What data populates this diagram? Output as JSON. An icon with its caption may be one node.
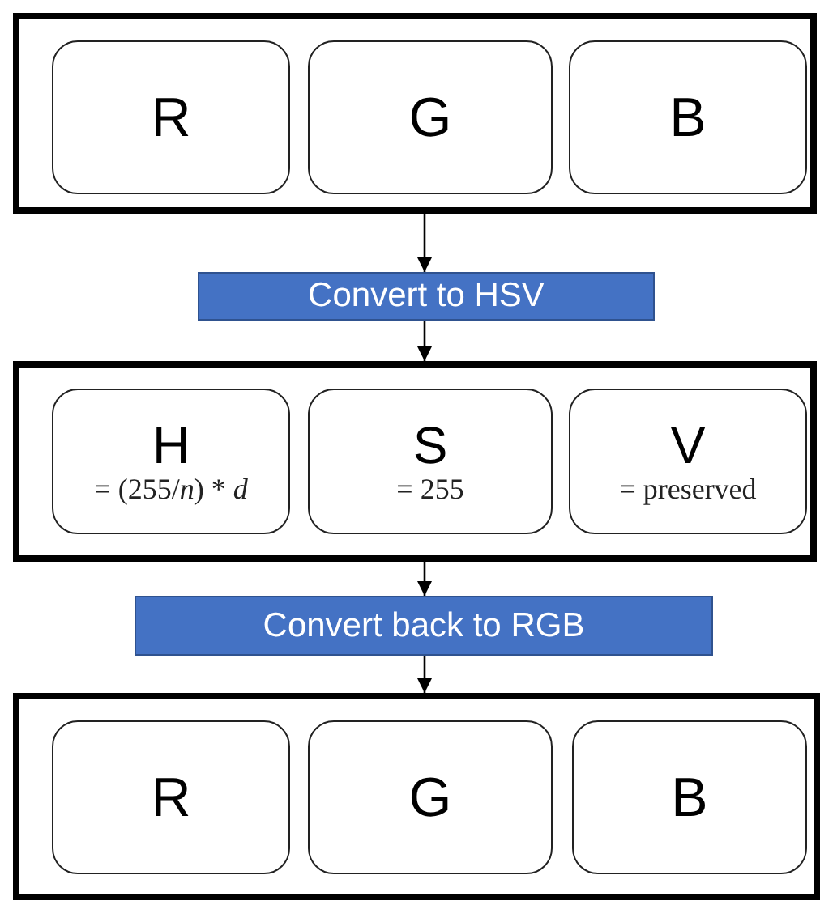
{
  "diagram": {
    "nodes": [
      {
        "text": [],
        "shape": "box"
      },
      {
        "text": [
          "R"
        ],
        "in": 0
      },
      {
        "text": [
          "G"
        ],
        "in": 0
      },
      {
        "text": [
          "B"
        ],
        "in": 0
      },
      {
        "text": [
          "Convert to HSV"
        ]
      },
      {
        "text": [],
        "shape": "box"
      },
      {
        "text": [
          "H",
          "= (255/*n*) * *d*"
        ],
        "in": 5
      },
      {
        "text": [
          "S",
          "= 255"
        ],
        "in": 5
      },
      {
        "text": [
          "V",
          "= preserved"
        ],
        "in": 5
      },
      {
        "text": [
          "Convert back to RGB"
        ]
      },
      {
        "text": [],
        "shape": "box"
      },
      {
        "text": [
          "R"
        ],
        "in": 10
      },
      {
        "text": [
          "G"
        ],
        "in": 10
      },
      {
        "text": [
          "B"
        ],
        "in": 10
      }
    ],
    "edges": [
      {
        "from": 0,
        "to": 4,
        "arrow": "to"
      },
      {
        "from": 4,
        "to": 5,
        "arrow": "to"
      },
      {
        "from": 5,
        "to": 9,
        "arrow": "to"
      },
      {
        "from": 9,
        "to": 10,
        "arrow": "to"
      }
    ]
  }
}
